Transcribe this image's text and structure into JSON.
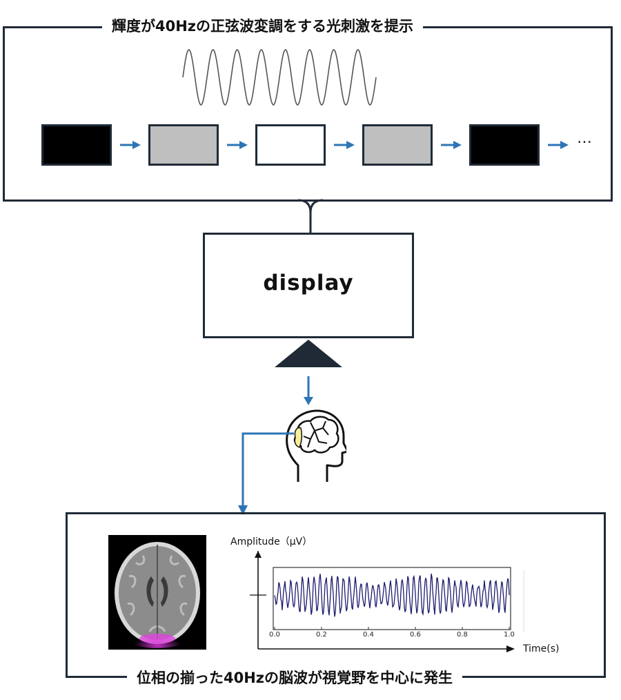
{
  "stimulus_panel": {
    "title": "輝度が40Hzの正弦波変調をする光刺激を提示",
    "frames": [
      {
        "fill": "#000000",
        "label": "black-frame"
      },
      {
        "fill": "#bfbfbf",
        "label": "gray-frame"
      },
      {
        "fill": "#ffffff",
        "label": "white-frame"
      },
      {
        "fill": "#bfbfbf",
        "label": "gray-frame"
      },
      {
        "fill": "#000000",
        "label": "black-frame"
      }
    ],
    "continuation": "…",
    "wave_cycles": 8
  },
  "display": {
    "label": "display"
  },
  "result_panel": {
    "title": "位相の揃った40Hzの脳波が視覚野を中心に発生",
    "x_label": "Time(s)",
    "y_label": "Amplitude（μV）",
    "x_ticks": [
      "0.0",
      "0.2",
      "0.4",
      "0.6",
      "0.8",
      "1.0"
    ]
  },
  "colors": {
    "border": "#1f2a36",
    "arrow": "#2e75b6",
    "waveform": "#1a1a6e",
    "brain_highlight": "#f5ef9a",
    "mri_activation": "#cc33cc"
  },
  "icons": [
    "head-brain-icon",
    "triangle-stand-icon"
  ]
}
